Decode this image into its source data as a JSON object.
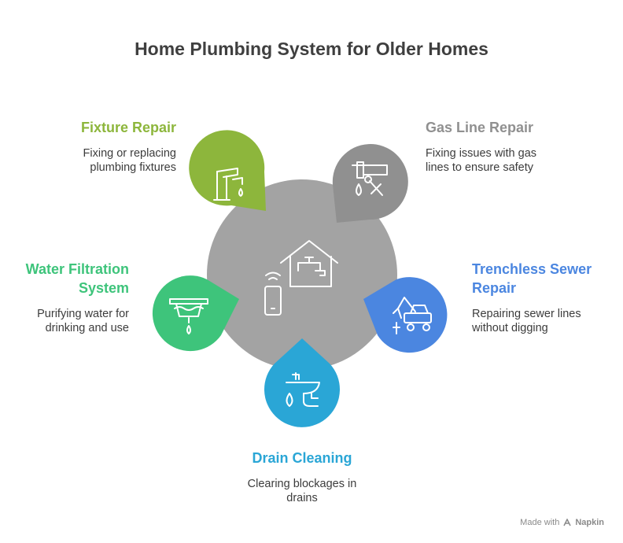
{
  "title": "Home Plumbing System for Older Homes",
  "center": {
    "icon": "smart-home-plumbing-icon",
    "color": "#a3a3a3"
  },
  "items": [
    {
      "label": "Fixture Repair",
      "description": [
        "Fixing or replacing",
        "plumbing fixtures"
      ],
      "color": "#8db63c",
      "icon": "faucet-icon"
    },
    {
      "label": "Gas Line Repair",
      "description": [
        "Fixing issues with gas",
        "lines to ensure safety"
      ],
      "color": "#909090",
      "icon": "wrench-pipe-icon"
    },
    {
      "label": "Trenchless Sewer Repair",
      "description": [
        "Repairing sewer lines",
        "without digging"
      ],
      "color": "#4b86e0",
      "icon": "excavator-icon"
    },
    {
      "label": "Drain Cleaning",
      "description": [
        "Clearing blockages in",
        "drains"
      ],
      "color": "#2aa6d6",
      "icon": "sink-drain-icon"
    },
    {
      "label": "Water Filtration System",
      "description": [
        "Purifying water for",
        "drinking and use"
      ],
      "color": "#3ec47b",
      "icon": "water-filter-icon"
    }
  ],
  "watermark": {
    "prefix": "Made with",
    "brand": "Napkin"
  }
}
